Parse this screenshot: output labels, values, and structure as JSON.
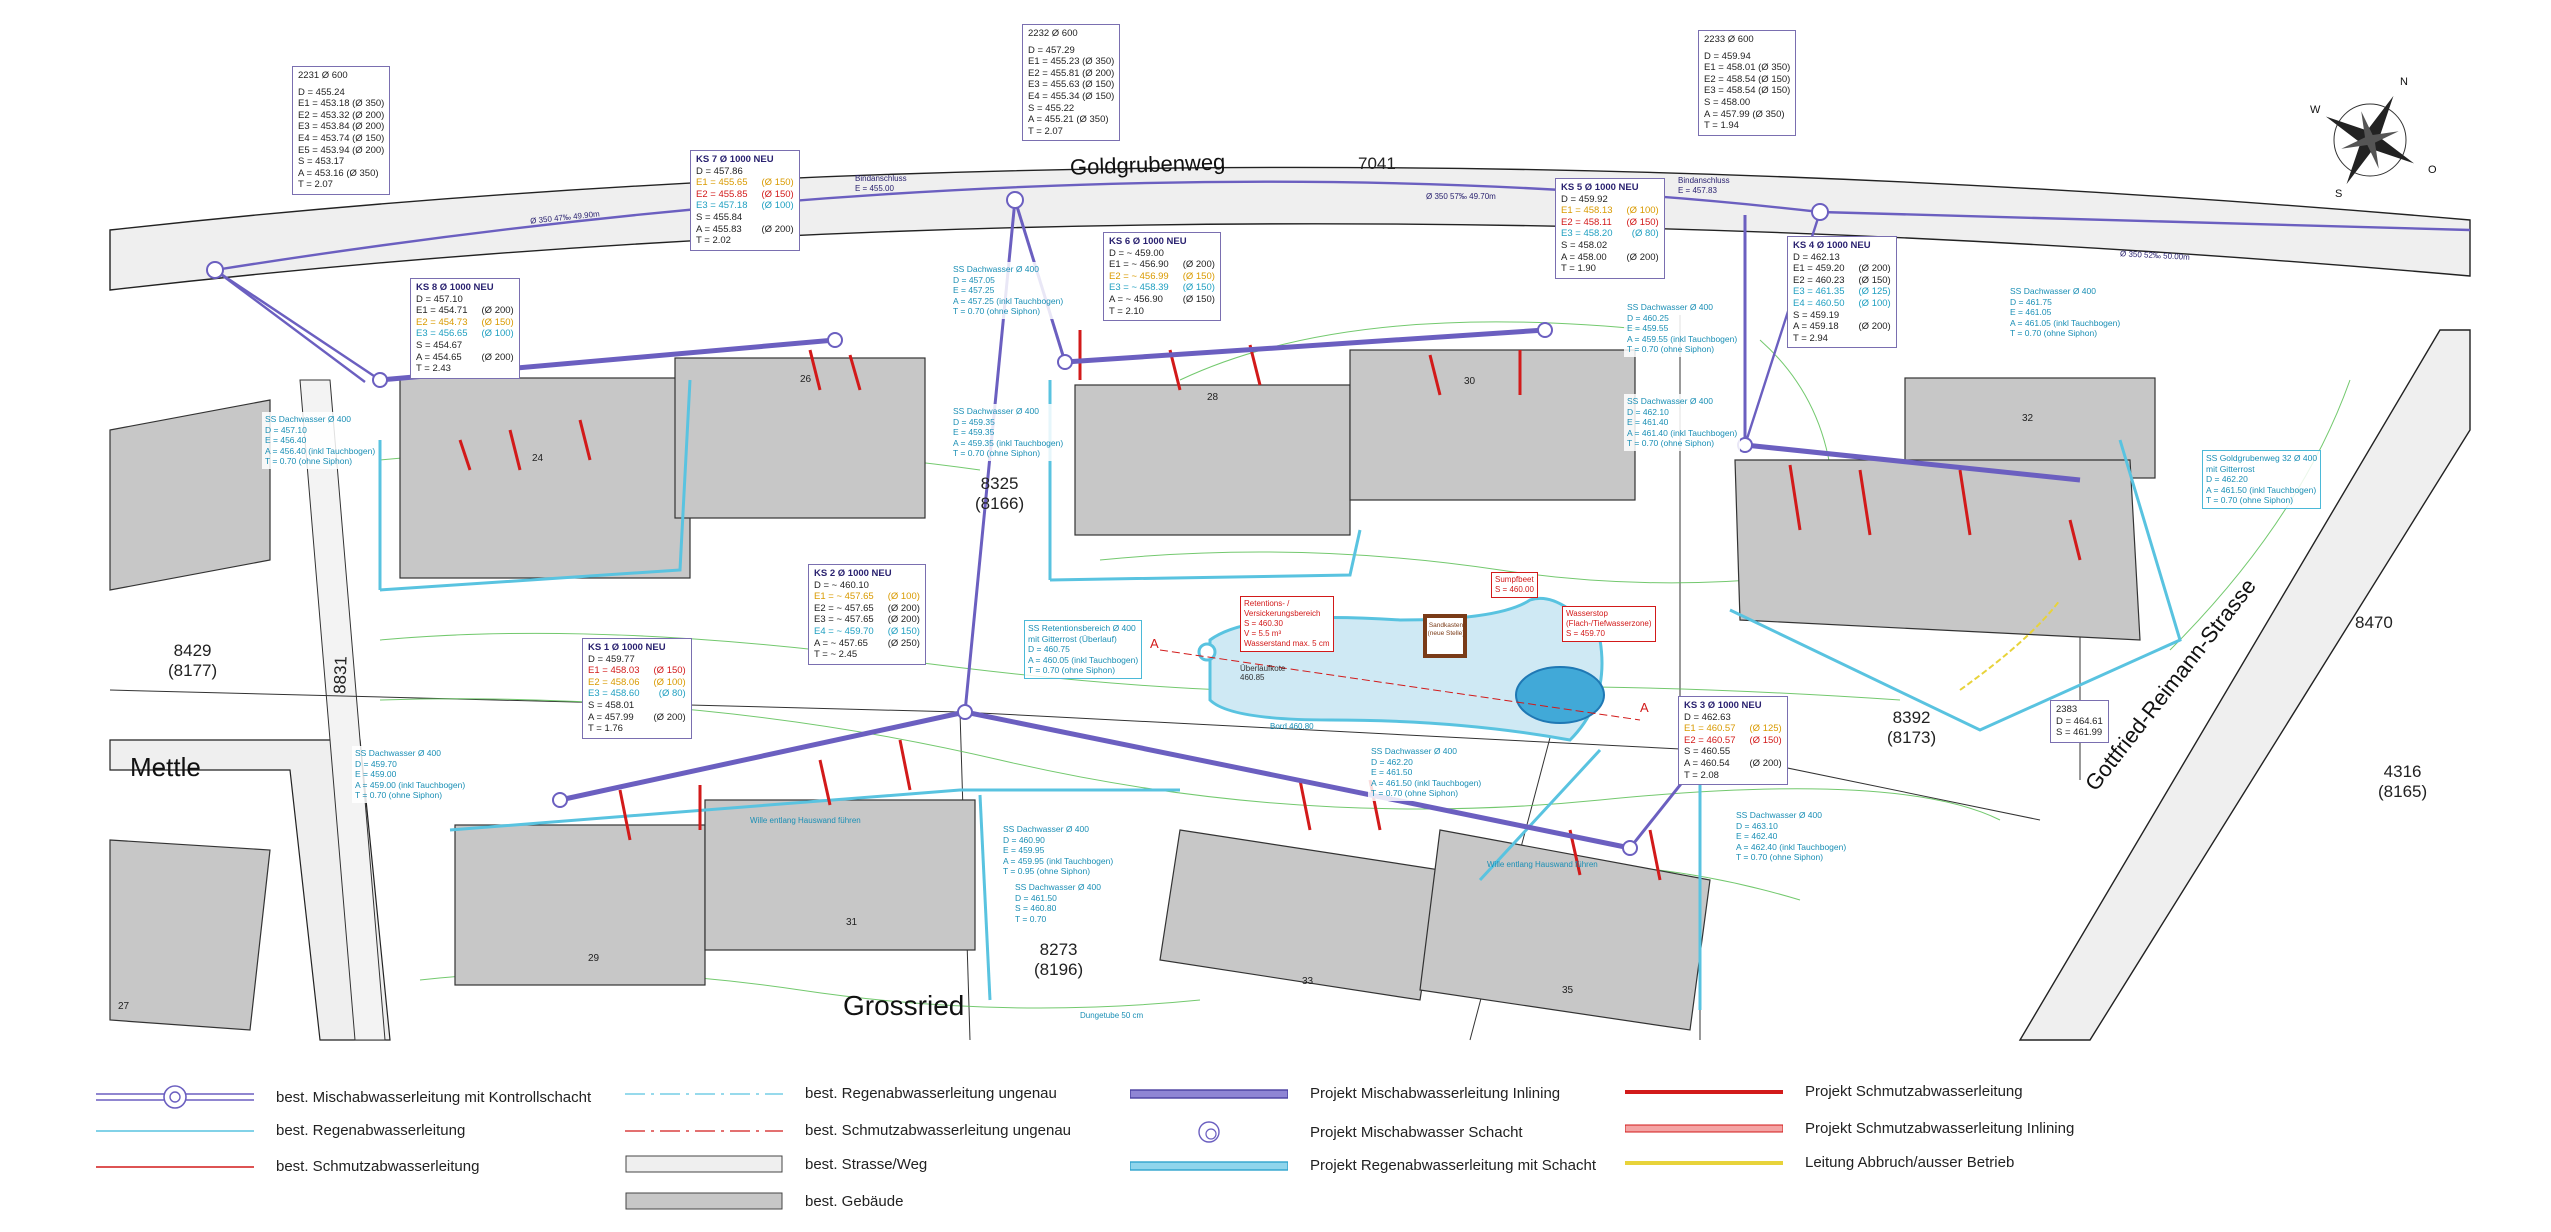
{
  "map": {
    "street_names": {
      "goldgrubenweg": "Goldgrubenweg",
      "mettle": "Mettle",
      "grossried": "Grossried",
      "gottfried": "Gottfried-Reimann-Strasse"
    },
    "parcels": [
      {
        "id": "p7041",
        "number": "7041",
        "old": ""
      },
      {
        "id": "p8325",
        "number": "8325",
        "old": "(8166)"
      },
      {
        "id": "p8429",
        "number": "8429",
        "old": "(8177)"
      },
      {
        "id": "p8831",
        "number": "8831",
        "old": ""
      },
      {
        "id": "p8273",
        "number": "8273",
        "old": "(8196)"
      },
      {
        "id": "p8392",
        "number": "8392",
        "old": "(8173)"
      },
      {
        "id": "p8470",
        "number": "8470",
        "old": ""
      },
      {
        "id": "p4316",
        "number": "4316",
        "old": "(8165)"
      }
    ],
    "buildings": [
      "24",
      "26",
      "28",
      "30",
      "32",
      "29",
      "31",
      "33",
      "35",
      "27"
    ],
    "compass_letters": {
      "n": "N",
      "w": "W",
      "s": "S",
      "o": "O"
    },
    "manholes_existing": [
      {
        "id": "2231",
        "title": "2231  Ø 600",
        "lines": [
          "D = 455.24",
          "E1 = 453.18   (Ø 350)",
          "E2 = 453.32   (Ø 200)",
          "E3 = 453.84   (Ø 200)",
          "E4 = 453.74   (Ø 150)",
          "E5 = 453.94   (Ø 200)",
          "S = 453.17",
          "A = 453.16   (Ø 350)",
          "T = 2.07"
        ]
      },
      {
        "id": "2232",
        "title": "2232  Ø 600",
        "lines": [
          "D = 457.29",
          "E1 = 455.23   (Ø 350)",
          "E2 = 455.81   (Ø 200)",
          "E3 = 455.63   (Ø 150)",
          "E4 = 455.34   (Ø 150)",
          "S = 455.22",
          "A = 455.21   (Ø 350)",
          "T = 2.07"
        ]
      },
      {
        "id": "2233",
        "title": "2233  Ø 600",
        "lines": [
          "D = 459.94",
          "E1 = 458.01   (Ø 350)",
          "E2 = 458.54   (Ø 150)",
          "E3 = 458.54   (Ø 150)",
          "S = 458.00",
          "A = 457.99   (Ø 350)",
          "T = 1.94"
        ]
      },
      {
        "id": "2383",
        "title": "2383",
        "lines": [
          "D = 464.61",
          "S = 461.99"
        ]
      }
    ],
    "manholes_new": [
      {
        "id": "ks7",
        "title": "KS 7  Ø 1000 NEU",
        "rows": [
          [
            "D = 457.86",
            "",
            ""
          ],
          [
            "E1 = 455.65",
            "(Ø 150)",
            "o"
          ],
          [
            "E2 = 455.85",
            "(Ø 150)",
            "r"
          ],
          [
            "E3 = 457.18",
            "(Ø 100)",
            "c"
          ],
          [
            "S = 455.84",
            "",
            ""
          ],
          [
            "A = 455.83",
            "(Ø 200)",
            ""
          ],
          [
            "T = 2.02",
            "",
            ""
          ]
        ]
      },
      {
        "id": "ks8",
        "title": "KS 8  Ø 1000 NEU",
        "rows": [
          [
            "D = 457.10",
            "",
            ""
          ],
          [
            "E1 = 454.71",
            "(Ø 200)",
            ""
          ],
          [
            "E2 = 454.73",
            "(Ø 150)",
            "o"
          ],
          [
            "E3 = 456.65",
            "(Ø 100)",
            "c"
          ],
          [
            "S = 454.67",
            "",
            ""
          ],
          [
            "A = 454.65",
            "(Ø 200)",
            ""
          ],
          [
            "T = 2.43",
            "",
            ""
          ]
        ]
      },
      {
        "id": "ks6",
        "title": "KS 6  Ø 1000 NEU",
        "rows": [
          [
            "D = ~ 459.00",
            "",
            ""
          ],
          [
            "E1 = ~ 456.90",
            "(Ø 200)",
            ""
          ],
          [
            "E2 = ~ 456.99",
            "(Ø 150)",
            "o"
          ],
          [
            "E3 = ~ 458.39",
            "(Ø 150)",
            "c"
          ],
          [
            "A = ~ 456.90",
            "(Ø 150)",
            ""
          ],
          [
            "T = 2.10",
            "",
            ""
          ]
        ]
      },
      {
        "id": "ks5",
        "title": "KS 5  Ø 1000 NEU",
        "rows": [
          [
            "D = 459.92",
            "",
            ""
          ],
          [
            "E1 = 458.13",
            "(Ø 100)",
            "o"
          ],
          [
            "E2 = 458.11",
            "(Ø 150)",
            "r"
          ],
          [
            "E3 = 458.20",
            "(Ø 80)",
            "c"
          ],
          [
            "S = 458.02",
            "",
            ""
          ],
          [
            "A = 458.00",
            "(Ø 200)",
            ""
          ],
          [
            "T = 1.90",
            "",
            ""
          ]
        ]
      },
      {
        "id": "ks4",
        "title": "KS 4  Ø 1000 NEU",
        "rows": [
          [
            "D = 462.13",
            "",
            ""
          ],
          [
            "E1 = 459.20",
            "(Ø 200)",
            ""
          ],
          [
            "E2 = 460.23",
            "(Ø 150)",
            ""
          ],
          [
            "E3 = 461.35",
            "(Ø 125)",
            "c"
          ],
          [
            "E4 = 460.50",
            "(Ø 100)",
            "c"
          ],
          [
            "S = 459.19",
            "",
            ""
          ],
          [
            "A = 459.18",
            "(Ø 200)",
            ""
          ],
          [
            "T = 2.94",
            "",
            ""
          ]
        ]
      },
      {
        "id": "ks2",
        "title": "KS 2  Ø 1000 NEU",
        "rows": [
          [
            "D = ~ 460.10",
            "",
            ""
          ],
          [
            "E1 = ~ 457.65",
            "(Ø 100)",
            "o"
          ],
          [
            "E2 = ~ 457.65",
            "(Ø 200)",
            ""
          ],
          [
            "E3 = ~ 457.65",
            "(Ø 200)",
            ""
          ],
          [
            "E4 = ~ 459.70",
            "(Ø 150)",
            "c"
          ],
          [
            "A = ~ 457.65",
            "(Ø 250)",
            ""
          ],
          [
            "T = ~ 2.45",
            "",
            ""
          ]
        ]
      },
      {
        "id": "ks1",
        "title": "KS 1  Ø 1000 NEU",
        "rows": [
          [
            "D = 459.77",
            "",
            ""
          ],
          [
            "E1 = 458.03",
            "(Ø 150)",
            "r"
          ],
          [
            "E2 = 458.06",
            "(Ø 100)",
            "o"
          ],
          [
            "E3 = 458.60",
            "(Ø 80)",
            "c"
          ],
          [
            "S = 458.01",
            "",
            ""
          ],
          [
            "A = 457.99",
            "(Ø 200)",
            ""
          ],
          [
            "T = 1.76",
            "",
            ""
          ]
        ]
      },
      {
        "id": "ks3",
        "title": "KS 3  Ø 1000 NEU",
        "rows": [
          [
            "D = 462.63",
            "",
            ""
          ],
          [
            "E1 = 460.57",
            "(Ø 125)",
            "o"
          ],
          [
            "E2 = 460.57",
            "(Ø 150)",
            "r"
          ],
          [
            "S = 460.55",
            "",
            ""
          ],
          [
            "A = 460.54",
            "(Ø 200)",
            ""
          ],
          [
            "T = 2.08",
            "",
            ""
          ]
        ]
      }
    ],
    "rain_shafts": [
      {
        "id": "ss1",
        "lines": [
          "SS Dachwasser Ø 400",
          "D = 457.10",
          "E = 456.40",
          "A = 456.40 (inkl Tauchbogen)",
          "T = 0.70 (ohne Siphon)"
        ]
      },
      {
        "id": "ss2",
        "lines": [
          "SS Dachwasser Ø 400",
          "D = 457.05",
          "E = 457.25",
          "A = 457.25 (inkl Tauchbogen)",
          "T = 0.70 (ohne Siphon)"
        ]
      },
      {
        "id": "ss3",
        "lines": [
          "SS Dachwasser Ø 400",
          "D = 459.35",
          "E = 459.35",
          "A = 459.35 (inkl Tauchbogen)",
          "T = 0.70 (ohne Siphon)"
        ]
      },
      {
        "id": "ss4",
        "lines": [
          "SS Dachwasser Ø 400",
          "D = 460.25",
          "E = 459.55",
          "A = 459.55 (inkl Tauchbogen)",
          "T = 0.70 (ohne Siphon)"
        ]
      },
      {
        "id": "ss5",
        "lines": [
          "SS Dachwasser Ø 400",
          "D = 462.10",
          "E = 461.40",
          "A = 461.40 (inkl Tauchbogen)",
          "T = 0.70 (ohne Siphon)"
        ]
      },
      {
        "id": "ss6",
        "lines": [
          "SS Dachwasser Ø 400",
          "D = 461.75",
          "E = 461.05",
          "A = 461.05 (inkl Tauchbogen)",
          "T = 0.70 (ohne Siphon)"
        ]
      },
      {
        "id": "ss7",
        "lines": [
          "SS Goldgrubenweg 32 Ø 400",
          "mit Gitterrost",
          "D = 462.20",
          "A = 461.50 (inkl Tauchbogen)",
          "T = 0.70 (ohne Siphon)"
        ]
      },
      {
        "id": "ss8",
        "lines": [
          "SS Retentionsbereich Ø 400",
          "mit Gitterrost (Überlauf)",
          "D = 460.75",
          "A = 460.05 (inkl Tauchbogen)",
          "T = 0.70 (ohne Siphon)"
        ]
      },
      {
        "id": "ss9",
        "lines": [
          "SS Dachwasser Ø 400",
          "D = 459.70",
          "E = 459.00",
          "A = 459.00 (inkl Tauchbogen)",
          "T = 0.70 (ohne Siphon)"
        ]
      },
      {
        "id": "ss10",
        "lines": [
          "SS Dachwasser Ø 400",
          "D = 462.20",
          "E = 461.50",
          "A = 461.50 (inkl Tauchbogen)",
          "T = 0.70 (ohne Siphon)"
        ]
      },
      {
        "id": "ss11",
        "lines": [
          "SS Dachwasser Ø 400",
          "D = 460.90",
          "E = 459.95",
          "A = 459.95 (inkl Tauchbogen)",
          "T = 0.95 (ohne Siphon)"
        ]
      },
      {
        "id": "ss12",
        "lines": [
          "SS Dachwasser Ø 400",
          "D = 461.50",
          "S = 460.80",
          "T = 0.70"
        ]
      },
      {
        "id": "ss13",
        "lines": [
          "SS Dachwasser Ø 400",
          "D = 463.10",
          "E = 462.40",
          "A = 462.40 (inkl Tauchbogen)",
          "T = 0.70 (ohne Siphon)"
        ]
      }
    ],
    "pond": {
      "retention": [
        "Retentions- /",
        "Versickerungsbereich",
        "S = 460.30",
        "V = 5.5 m³",
        "Wasserstand max. 5 cm"
      ],
      "pump": [
        "Sumpfbeet",
        "S = 460.00"
      ],
      "pond_label": [
        "Wasserstop",
        "(Flach-/Tiefwasserzone)",
        "S = 459.70"
      ],
      "sandbox": "Sandkasten (neue Stelle)",
      "overflow": "Überlaufkote 460.85",
      "edge": "Bord 460.80",
      "section_a": "A"
    },
    "misc_labels": {
      "bindanschluss_w": "Bindanschluss",
      "bindanschluss_w_e": "E = 455.00",
      "bindanschluss_e": "Bindanschluss",
      "bindanschluss_e_e": "E = 457.83",
      "pipe_top_w": "Ø 350  47‰  49.90m",
      "pipe_top_m": "Ø 350  57‰  49.70m",
      "pipe_top_e": "Ø 350  52‰  50.00m",
      "wall_31": "Wille entlang Hauswand führen",
      "wall_33": "Wille entlang Hauswand führen",
      "dungetube": "Dungetube 50 cm"
    }
  },
  "legend": [
    {
      "id": "l1",
      "label": "best. Mischabwasserleitung mit Kontrollschacht",
      "type": "mix-existing"
    },
    {
      "id": "l2",
      "label": "best. Regenabwasserleitung",
      "type": "rain-existing"
    },
    {
      "id": "l3",
      "label": "best. Schmutzabwasserleitung",
      "type": "dirt-existing"
    },
    {
      "id": "l4",
      "label": "best. Regenabwasserleitung ungenau",
      "type": "rain-dashed"
    },
    {
      "id": "l5",
      "label": "best. Schmutzabwasserleitung ungenau",
      "type": "dirt-dashed"
    },
    {
      "id": "l6",
      "label": "best. Strasse/Weg",
      "type": "road"
    },
    {
      "id": "l7",
      "label": "best. Gebäude",
      "type": "building"
    },
    {
      "id": "l8",
      "label": "Projekt Mischabwasserleitung Inlining",
      "type": "mix-project"
    },
    {
      "id": "l9",
      "label": "Projekt Mischabwasser Schacht",
      "type": "mix-shaft"
    },
    {
      "id": "l10",
      "label": "Projekt Regenabwasserleitung mit Schacht",
      "type": "rain-project"
    },
    {
      "id": "l11",
      "label": "Projekt Schmutzabwasserleitung",
      "type": "dirt-project"
    },
    {
      "id": "l12",
      "label": "Projekt Schmutzabwasserleitung Inlining",
      "type": "dirt-inlining"
    },
    {
      "id": "l13",
      "label": "Leitung Abbruch/ausser Betrieb",
      "type": "abandoned"
    }
  ],
  "colors": {
    "mix": "#6b5fc0",
    "rain": "#59c3e0",
    "dirt": "#d21a1a",
    "abandoned": "#e8d33a",
    "road": "#efefef",
    "building": "#c7c7c7",
    "green": "#5bbf55"
  }
}
